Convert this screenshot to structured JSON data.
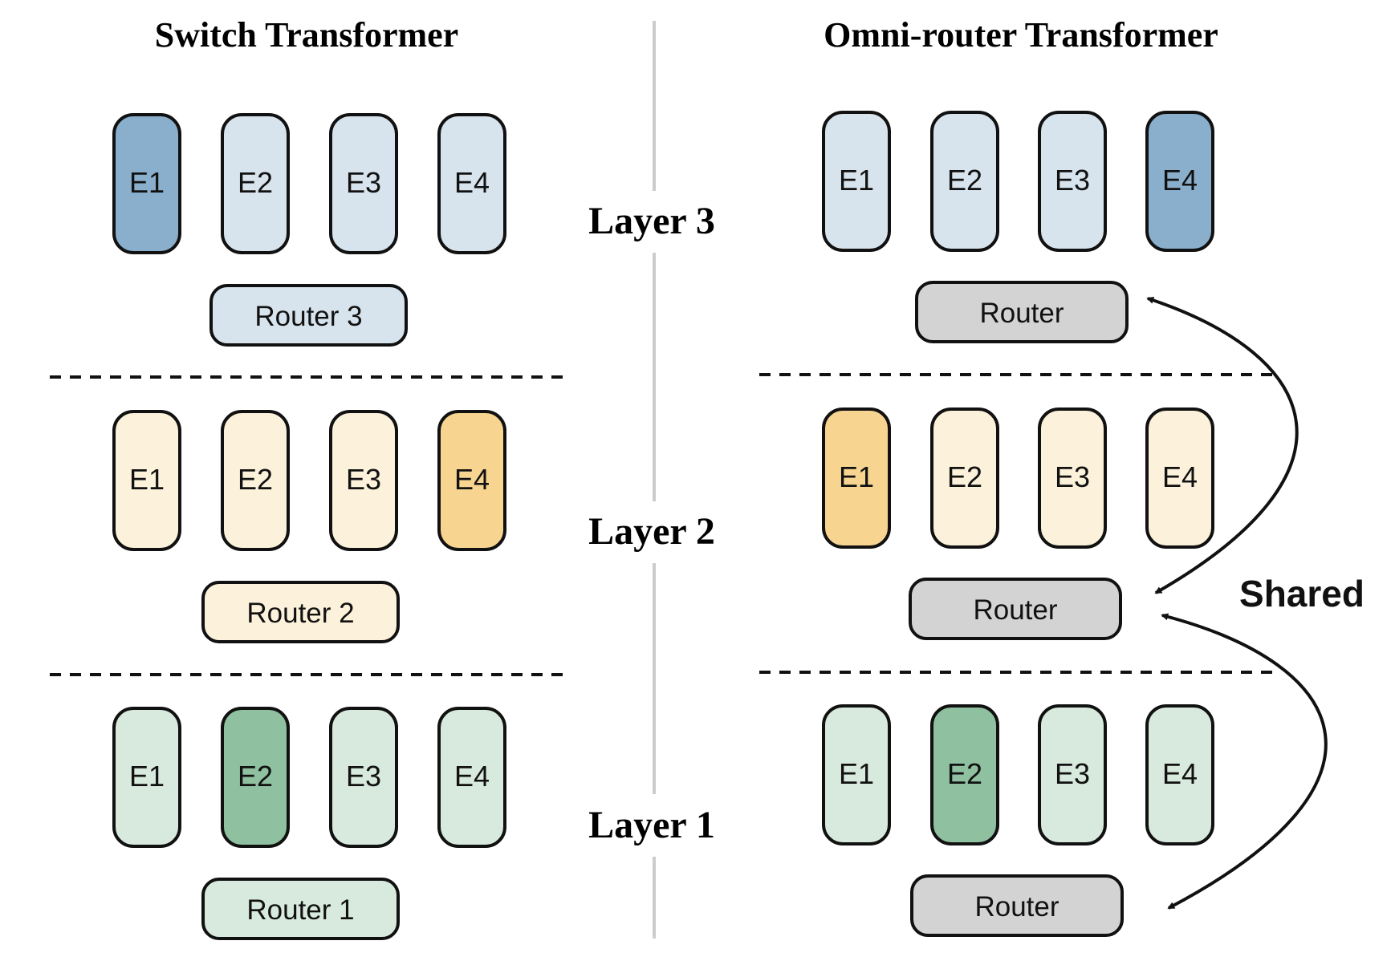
{
  "left_panel": {
    "title": "Switch Transformer",
    "layers": [
      {
        "router_label": "Router 3",
        "experts": [
          "E1",
          "E2",
          "E3",
          "E4"
        ],
        "active_expert": 0,
        "palette": "blue"
      },
      {
        "router_label": "Router 2",
        "experts": [
          "E1",
          "E2",
          "E3",
          "E4"
        ],
        "active_expert": 3,
        "palette": "yellow"
      },
      {
        "router_label": "Router 1",
        "experts": [
          "E1",
          "E2",
          "E3",
          "E4"
        ],
        "active_expert": 1,
        "palette": "green"
      }
    ]
  },
  "right_panel": {
    "title": "Omni-router Transformer",
    "layers": [
      {
        "router_label": "Router",
        "experts": [
          "E1",
          "E2",
          "E3",
          "E4"
        ],
        "active_expert": 3,
        "palette": "blue"
      },
      {
        "router_label": "Router",
        "experts": [
          "E1",
          "E2",
          "E3",
          "E4"
        ],
        "active_expert": 0,
        "palette": "yellow"
      },
      {
        "router_label": "Router",
        "experts": [
          "E1",
          "E2",
          "E3",
          "E4"
        ],
        "active_expert": 1,
        "palette": "green"
      }
    ],
    "shared_label": "Shared"
  },
  "layer_labels": [
    "Layer 3",
    "Layer 2",
    "Layer 1"
  ],
  "colors": {
    "blue_light": "#d7e4ee",
    "blue_active": "#8aafcc",
    "yellow_light": "#fcf1da",
    "yellow_active": "#f7d591",
    "green_light": "#d8e9dd",
    "green_active": "#8fc09f",
    "router_gray": "#d3d3d3",
    "divider": "#cccccc",
    "stroke": "#111111"
  }
}
